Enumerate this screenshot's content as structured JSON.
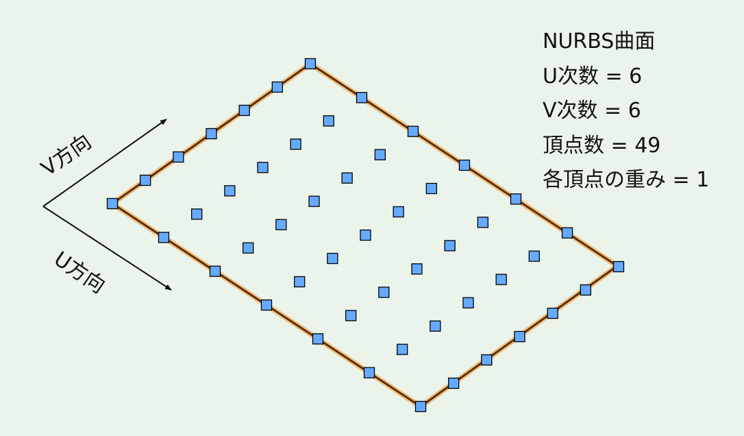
{
  "title": "NURBS曲面",
  "params": [
    "U次数 = 6",
    "V次数 = 6",
    "頂点数 = 49",
    "各頂点の重み = 1"
  ],
  "axes": {
    "v_label": "V方向",
    "u_label": "U方向"
  },
  "grid": {
    "u_count": 7,
    "v_count": 7
  },
  "colors": {
    "background": "#ebf4eb",
    "point_fill": "#66aaff",
    "edge_glow": "#f0c080",
    "edge_core": "#5a2e08"
  }
}
